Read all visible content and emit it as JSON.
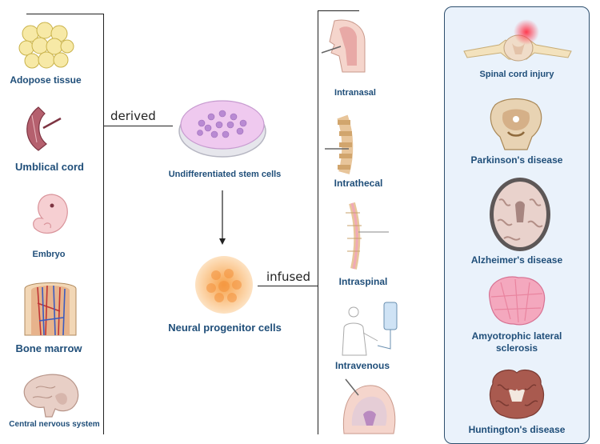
{
  "sources": [
    {
      "label": "Adopose tissue",
      "icon": "adipose-tissue-icon"
    },
    {
      "label": "Umblical cord",
      "icon": "umbilical-cord-icon"
    },
    {
      "label": "Embryo",
      "icon": "embryo-icon"
    },
    {
      "label": "Bone marrow",
      "icon": "bone-marrow-icon"
    },
    {
      "label": "Central nervous system",
      "icon": "brain-icon"
    }
  ],
  "arrows": {
    "derived": "derived",
    "infused": "infused"
  },
  "center": {
    "stem_cells": "Undifferentiated stem cells",
    "progenitor": "Neural progenitor cells"
  },
  "routes": [
    {
      "label": "Intranasal",
      "icon": "nasal-icon"
    },
    {
      "label": "Intrathecal",
      "icon": "spine-icon"
    },
    {
      "label": "Intraspinal",
      "icon": "spinal-cord-icon"
    },
    {
      "label": "Intravenous",
      "icon": "iv-drip-icon"
    },
    {
      "label": "",
      "icon": "head-section-icon"
    }
  ],
  "diseases": [
    {
      "label": "Spinal cord injury",
      "icon": "spinal-cord-injury-icon"
    },
    {
      "label": "Parkinson's disease",
      "icon": "brainstem-icon"
    },
    {
      "label": "Alzheimer's disease",
      "icon": "brain-atrophy-icon"
    },
    {
      "label": "Amyotrophic lateral sclerosis",
      "icon": "muscle-fiber-icon"
    },
    {
      "label": "Huntington's disease",
      "icon": "brain-section-icon"
    }
  ],
  "colors": {
    "label": "#1f4e79",
    "panel_bg": "#eaf2fb",
    "panel_border": "#2e4f6e"
  }
}
